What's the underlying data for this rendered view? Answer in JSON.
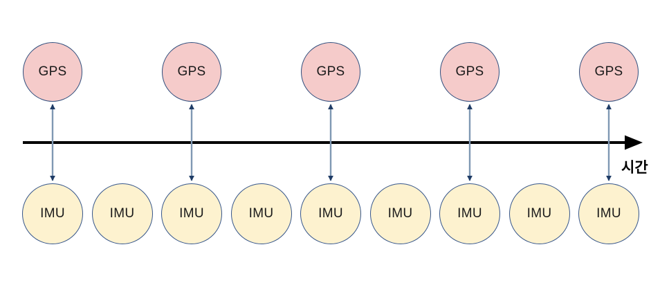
{
  "diagram": {
    "type": "timeline-sensor-sync-diagram",
    "timeline": {
      "label": "시간",
      "line_color": "#000000",
      "direction": "right"
    },
    "gps_row": {
      "label": "GPS",
      "count": 5,
      "fill": "#f5cbca",
      "border": "#2f4d7c",
      "position": "above-timeline"
    },
    "imu_row": {
      "label": "IMU",
      "count": 9,
      "fill": "#fdf2cf",
      "border": "#35558a",
      "position": "below-timeline"
    },
    "connectors": {
      "count": 5,
      "style": "double-headed-vertical-arrow",
      "connects": "every GPS node to every other IMU node",
      "line_color": "#7f98b3",
      "arrowhead_color": "#1f3c66"
    }
  }
}
